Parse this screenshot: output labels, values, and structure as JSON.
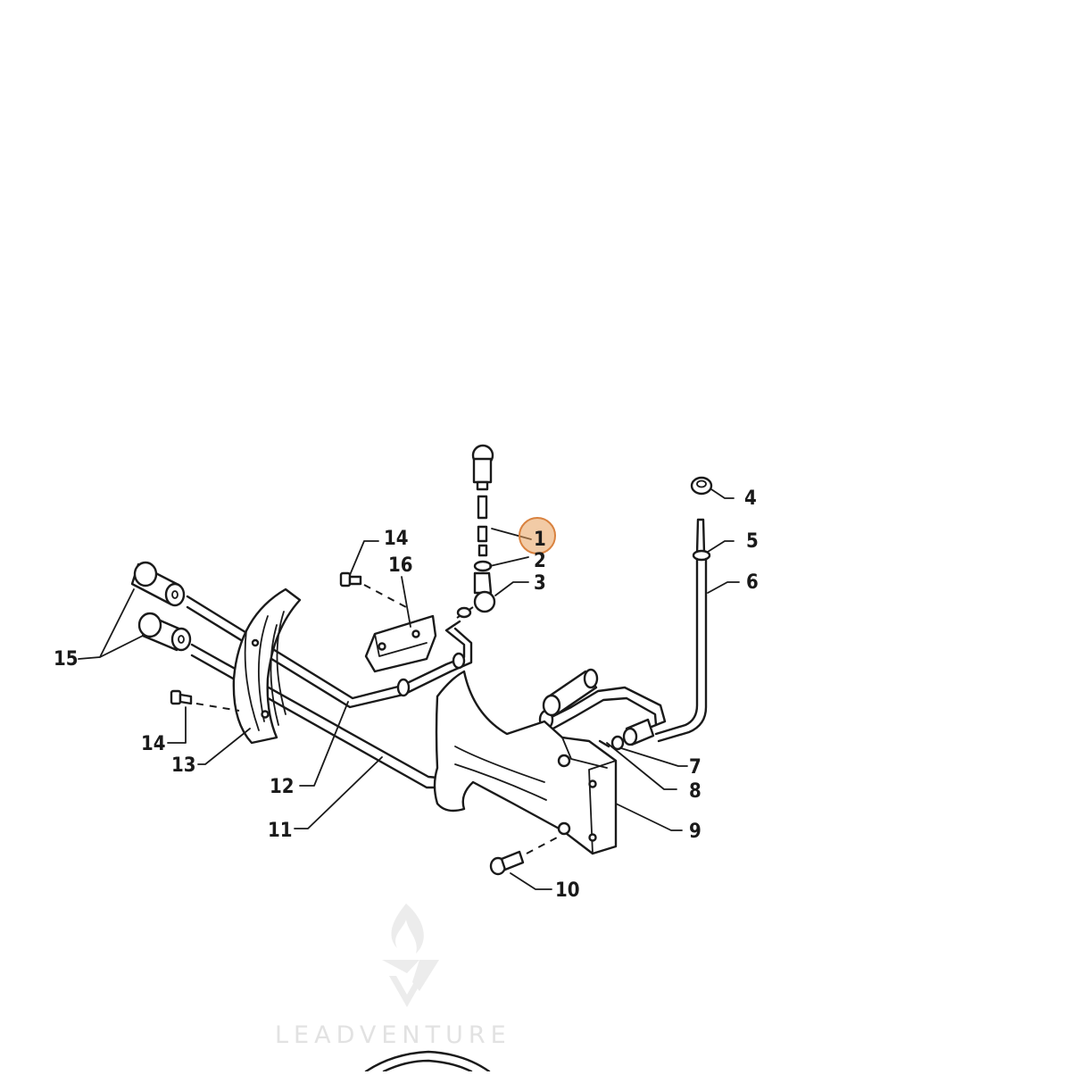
{
  "diagram": {
    "part_numbers": [
      "1",
      "2",
      "3",
      "4",
      "5",
      "6",
      "7",
      "8",
      "9",
      "10",
      "11",
      "12",
      "13",
      "14",
      "14",
      "15",
      "16"
    ],
    "highlighted_part": "1",
    "highlight_color": "#e8a05c"
  },
  "watermark": {
    "text": "LEADVENTURE",
    "logo": "leadventure-flame-logo",
    "color": "#e2e2e2"
  }
}
